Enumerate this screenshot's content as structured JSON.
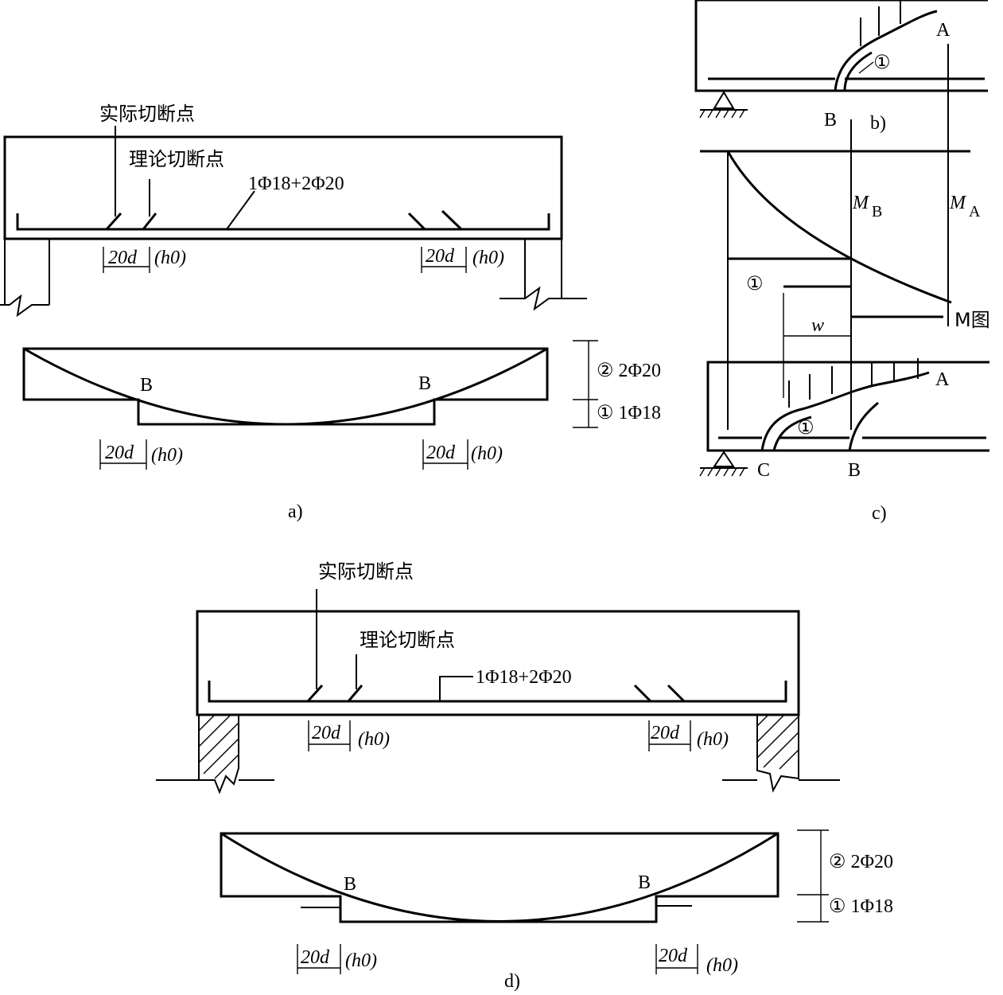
{
  "labels": {
    "actual_cutoff": "实际切断点",
    "theory_cutoff": "理论切断点",
    "rebar_bottom": "1Φ18+2Φ20",
    "dim_20d": "20d",
    "h0": "(h0)",
    "point_B": "B",
    "point_A": "A",
    "point_C": "C",
    "bar2": "② 2Φ20",
    "bar1": "① 1Φ18",
    "circle1": "①",
    "w": "w",
    "MB": "MB",
    "MA": "MA",
    "Mdiagram": "M图"
  },
  "captions": {
    "a": "a)",
    "b": "b)",
    "c": "c)",
    "d": "d)"
  }
}
